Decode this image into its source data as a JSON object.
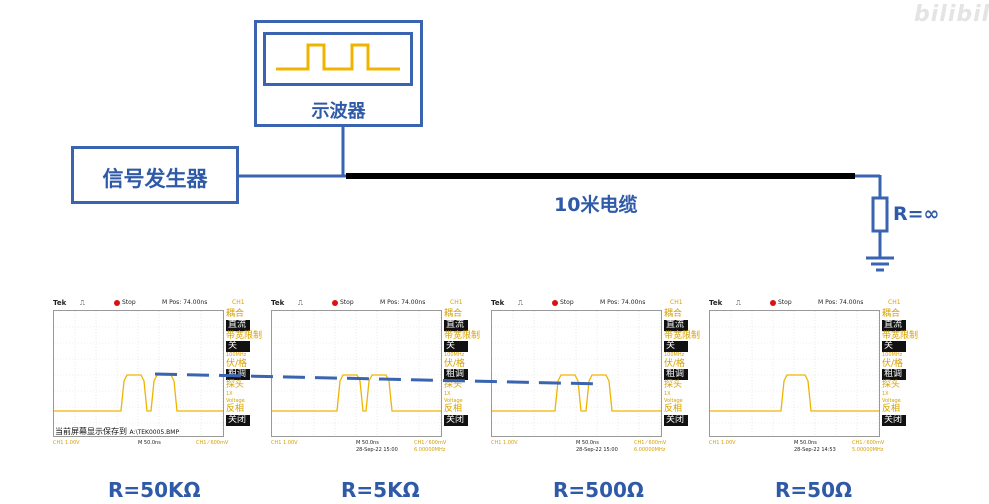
{
  "watermark": "bilibili",
  "diagram": {
    "oscilloscope_label": "示波器",
    "generator_label": "信号发生器",
    "cable_label": "10米电缆",
    "load_label": "R=∞",
    "colors": {
      "diagram_blue": "#3a63b0",
      "signal_yellow": "#f0b400",
      "cable": "#000000",
      "trend_dash": "#3a63b0"
    }
  },
  "scopes": [
    {
      "brand": "Tek",
      "status": "Stop",
      "mpos": "M Pos: 74.00ns",
      "ch_header": "CH1",
      "menu": [
        "耦合",
        "直流",
        "带宽限制",
        "关",
        "伏/格",
        "粗调",
        "探头",
        "反相",
        "关闭"
      ],
      "menu_small": [
        "100MHz",
        "1X",
        "Voltage"
      ],
      "ch_scale": "CH1  1.00V",
      "time_scale": "M 50.0ns",
      "date": "",
      "trigger": "CH1 ⁄ 600mV",
      "freq": "",
      "message": "当前屏幕显示保存到",
      "message_path": "A:\\TEK0005.BMP",
      "caption": "R=50KΩ"
    },
    {
      "brand": "Tek",
      "status": "Stop",
      "mpos": "M Pos: 74.00ns",
      "ch_header": "CH1",
      "menu": [
        "耦合",
        "直流",
        "带宽限制",
        "关",
        "伏/格",
        "粗调",
        "探头",
        "反相",
        "关闭"
      ],
      "menu_small": [
        "100MHz",
        "1X",
        "Voltage"
      ],
      "ch_scale": "CH1  1.00V",
      "time_scale": "M 50.0ns",
      "date": "28-Sep-22 15:00",
      "trigger": "CH1 ⁄ 600mV",
      "freq": "6.00000MHz",
      "message": "",
      "message_path": "",
      "caption": "R=5KΩ"
    },
    {
      "brand": "Tek",
      "status": "Stop",
      "mpos": "M Pos: 74.00ns",
      "ch_header": "CH1",
      "menu": [
        "耦合",
        "直流",
        "带宽限制",
        "关",
        "伏/格",
        "粗调",
        "探头",
        "反相",
        "关闭"
      ],
      "menu_small": [
        "100MHz",
        "1X",
        "Voltage"
      ],
      "ch_scale": "CH1  1.00V",
      "time_scale": "M 50.0ns",
      "date": "28-Sep-22 15:00",
      "trigger": "CH1 ⁄ 600mV",
      "freq": "6.00000MHz",
      "message": "",
      "message_path": "",
      "caption": "R=500Ω"
    },
    {
      "brand": "Tek",
      "status": "Stop",
      "mpos": "M Pos: 74.00ns",
      "ch_header": "CH1",
      "menu": [
        "耦合",
        "直流",
        "带宽限制",
        "关",
        "伏/格",
        "粗调",
        "探头",
        "反相",
        "关闭"
      ],
      "menu_small": [
        "100MHz",
        "1X",
        "Voltage"
      ],
      "ch_scale": "CH1  1.00V",
      "time_scale": "M 50.0ns",
      "date": "28-Sep-22 14:53",
      "trigger": "CH1 ⁄ 600mV",
      "freq": "5.00000MHz",
      "message": "",
      "message_path": "",
      "caption": "R=50Ω"
    }
  ]
}
